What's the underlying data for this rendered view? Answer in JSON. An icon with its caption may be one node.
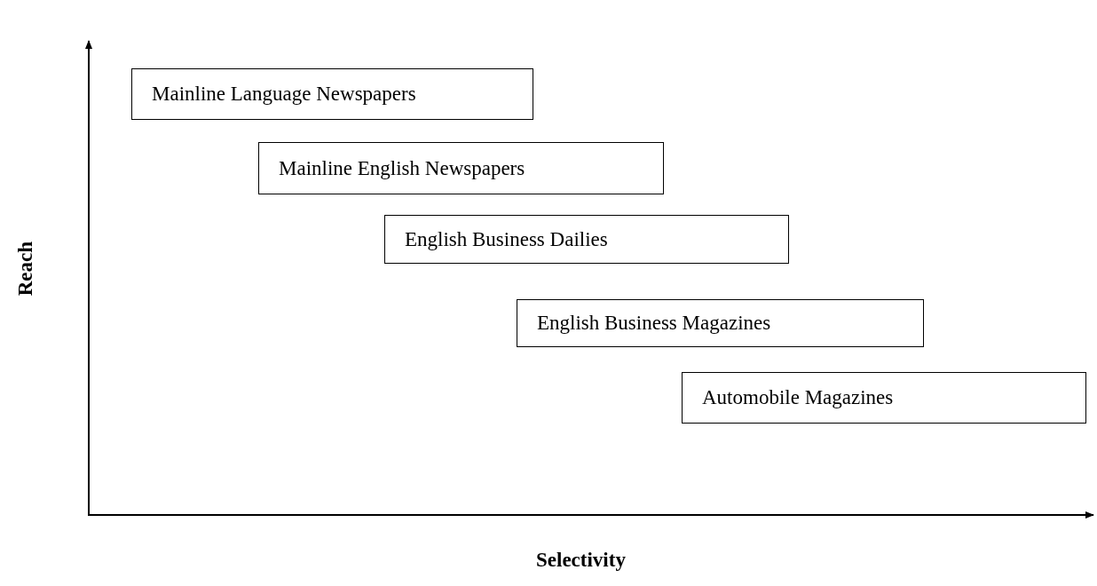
{
  "diagram": {
    "nodes": [
      {
        "text": [
          "Mainline Language Newspapers"
        ]
      },
      {
        "text": [
          "Mainline English Newspapers"
        ]
      },
      {
        "text": [
          "English Business Dailies"
        ]
      },
      {
        "text": [
          "English Business Magazines"
        ]
      },
      {
        "text": [
          "Automobile Magazines"
        ]
      }
    ],
    "labels": [
      "Reach",
      "Selectivity"
    ]
  }
}
